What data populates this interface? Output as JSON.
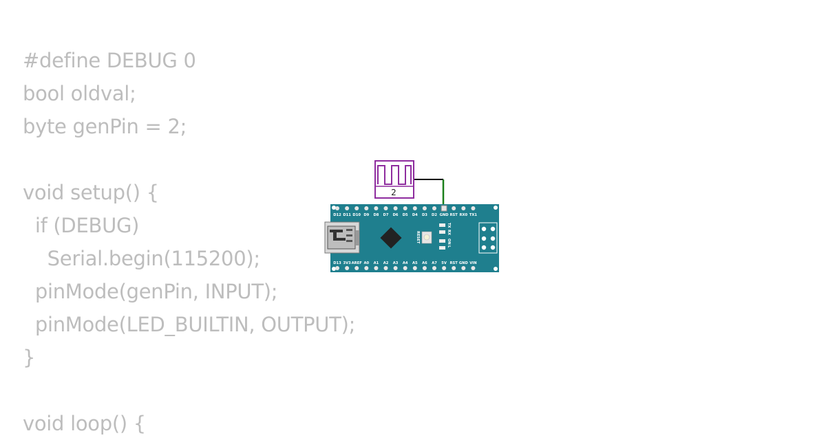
{
  "code_lines": [
    "#define DEBUG 0",
    "bool oldval;",
    "byte genPin = 2;",
    "",
    "void setup() {",
    "  if (DEBUG)",
    "    Serial.begin(115200);",
    "  pinMode(genPin, INPUT);",
    "  pinMode(LED_BUILTIN, OUTPUT);",
    "}",
    "",
    "void loop() {"
  ],
  "generator": {
    "label": "2",
    "color": "#8e2c9e"
  },
  "wire": {
    "color": "#1a7f1a"
  },
  "board": {
    "color": "#1f7f8e",
    "top_pins": [
      "D12",
      "D11",
      "D10",
      "D9",
      "D8",
      "D7",
      "D6",
      "D5",
      "D4",
      "D3",
      "D2",
      "GND",
      "RST",
      "RX0",
      "TX1"
    ],
    "bottom_pins": [
      "D13",
      "3V3",
      "AREF",
      "A0",
      "A1",
      "A2",
      "A3",
      "A4",
      "A5",
      "A6",
      "A7",
      "5V",
      "RST",
      "GND",
      "VIN"
    ],
    "reset_label": "RESET",
    "led_labels": [
      "TX",
      "RX",
      "ON",
      "L"
    ]
  }
}
